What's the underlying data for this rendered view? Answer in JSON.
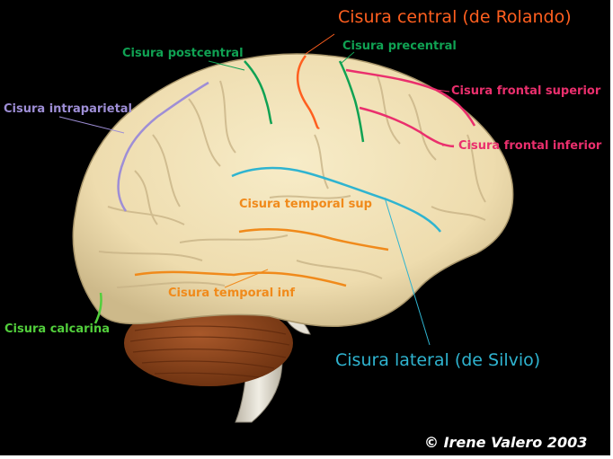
{
  "labels": {
    "central": "Cisura central (de Rolando)",
    "postcentral": "Cisura postcentral",
    "precentral": "Cisura precentral",
    "intraparietal": "Cisura intraparietal",
    "frontal_superior": "Cisura frontal superior",
    "frontal_inferior": "Cisura frontal inferior",
    "temporal_sup": "Cisura temporal sup",
    "temporal_inf": "Cisura temporal inf",
    "calcarina": "Cisura calcarina",
    "lateral": "Cisura lateral (de Silvio)"
  },
  "credit": "© Irene Valero 2003",
  "colors": {
    "background": "#000000",
    "cortex": "#f1e2b9",
    "cerebellum": "#8a4316",
    "brainstem": "#ddd9cc",
    "central": "#ff5f1f",
    "postcentral_precentral": "#10a253",
    "intraparietal": "#9e8ed6",
    "frontal": "#ea2f6d",
    "temporal": "#f08a1b",
    "calcarina": "#52cf3c",
    "lateral": "#2fb4d0",
    "credit": "#ffffff"
  }
}
